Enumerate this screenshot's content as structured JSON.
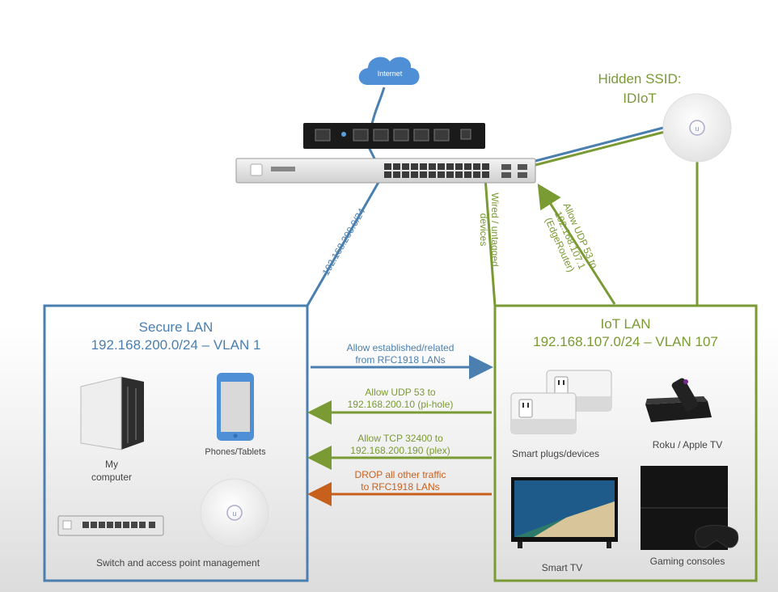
{
  "cloud": {
    "label": "Internet"
  },
  "hidden_ssid": {
    "line1": "Hidden SSID:",
    "line2": "IDIoT"
  },
  "links": {
    "secure_subnet": "192.168.200.0/24",
    "wired_line1": "Wired / untagged",
    "wired_line2": "devices",
    "dns_line1": "Allow UDP 53 to",
    "dns_line2": "192.168.107.1",
    "dns_line3": "(EdgeRouter)"
  },
  "secure_lan": {
    "title": "Secure LAN",
    "subtitle": "192.168.200.0/24 – VLAN 1",
    "computer_line1": "My",
    "computer_line2": "computer",
    "phones": "Phones/Tablets",
    "management": "Switch and access point management"
  },
  "iot_lan": {
    "title": "IoT LAN",
    "subtitle": "192.168.107.0/24 – VLAN 107",
    "plugs": "Smart plugs/devices",
    "roku": "Roku / Apple TV",
    "tv": "Smart TV",
    "consoles": "Gaming consoles"
  },
  "rules": [
    {
      "line1": "Allow established/related",
      "line2": "from RFC1918 LANs",
      "color": "#4a7fb0"
    },
    {
      "line1": "Allow UDP 53 to",
      "line2": "192.168.200.10 (pi-hole)",
      "color": "#7a9a33"
    },
    {
      "line1": "Allow TCP 32400 to",
      "line2": "192.168.200.190 (plex)",
      "color": "#7a9a33"
    },
    {
      "line1": "DROP all other traffic",
      "line2": "to RFC1918 LANs",
      "color": "#c8601d"
    }
  ],
  "colors": {
    "secure": "#4a7fb0",
    "iot": "#7a9a33",
    "drop": "#c8601d"
  },
  "icons": [
    "cloud-icon",
    "router-icon",
    "switch-icon",
    "access-point-icon",
    "computer-icon",
    "phone-icon",
    "smart-plug-icon",
    "roku-icon",
    "tv-icon",
    "game-console-icon"
  ]
}
